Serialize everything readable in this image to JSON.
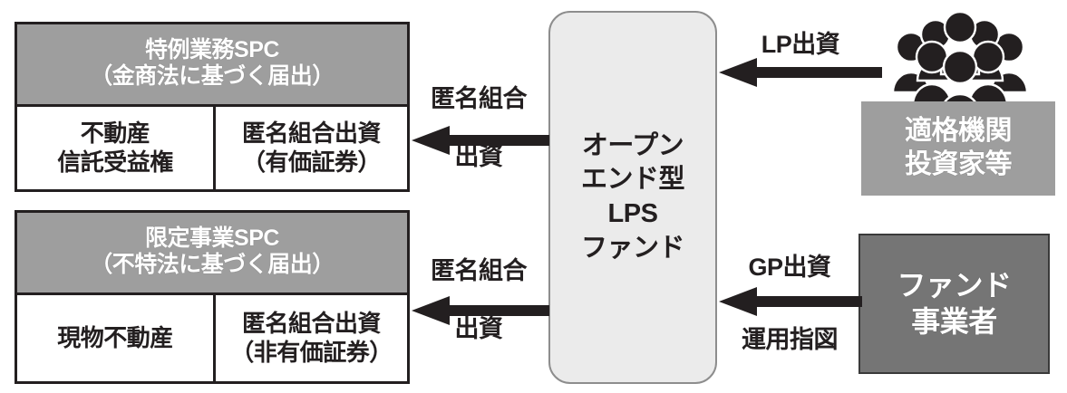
{
  "diagram": {
    "title": "オープンエンド型LPSファンド スキーム図",
    "colors": {
      "header_gray": "#9e9e9e",
      "operator_gray": "#757575",
      "fund_fill": "#ebebeb",
      "ink": "#231f20",
      "white": "#ffffff"
    }
  },
  "spc_boxes": [
    {
      "name": "tokurei-gyomu-spc",
      "header_line1": "特例業務SPC",
      "header_line2": "（金商法に基づく届出）",
      "left_cell_line1": "不動産",
      "left_cell_line2": "信託受益権",
      "right_cell_line1": "匿名組合出資",
      "right_cell_line2": "（有価証券）"
    },
    {
      "name": "genteijigyo-spc",
      "header_line1": "限定事業SPC",
      "header_line2": "（不特法に基づく届出）",
      "left_cell_line1": "現物不動産",
      "left_cell_line2": "",
      "right_cell_line1": "匿名組合出資",
      "right_cell_line2": "（非有価証券）"
    }
  ],
  "fund": {
    "line1": "オープン",
    "line2": "エンド型",
    "line3": "LPS",
    "line4": "ファンド"
  },
  "investors": {
    "line1": "適格機関",
    "line2": "投資家等",
    "icon": "people-group-icon"
  },
  "operator": {
    "line1": "ファンド",
    "line2": "事業者"
  },
  "arrows": {
    "tk_upper": {
      "label_line1": "匿名組合",
      "label_line2": "出資"
    },
    "tk_lower": {
      "label_line1": "匿名組合",
      "label_line2": "出資"
    },
    "lp": {
      "label": "LP出資"
    },
    "gp": {
      "label_above": "GP出資",
      "label_below": "運用指図"
    }
  }
}
